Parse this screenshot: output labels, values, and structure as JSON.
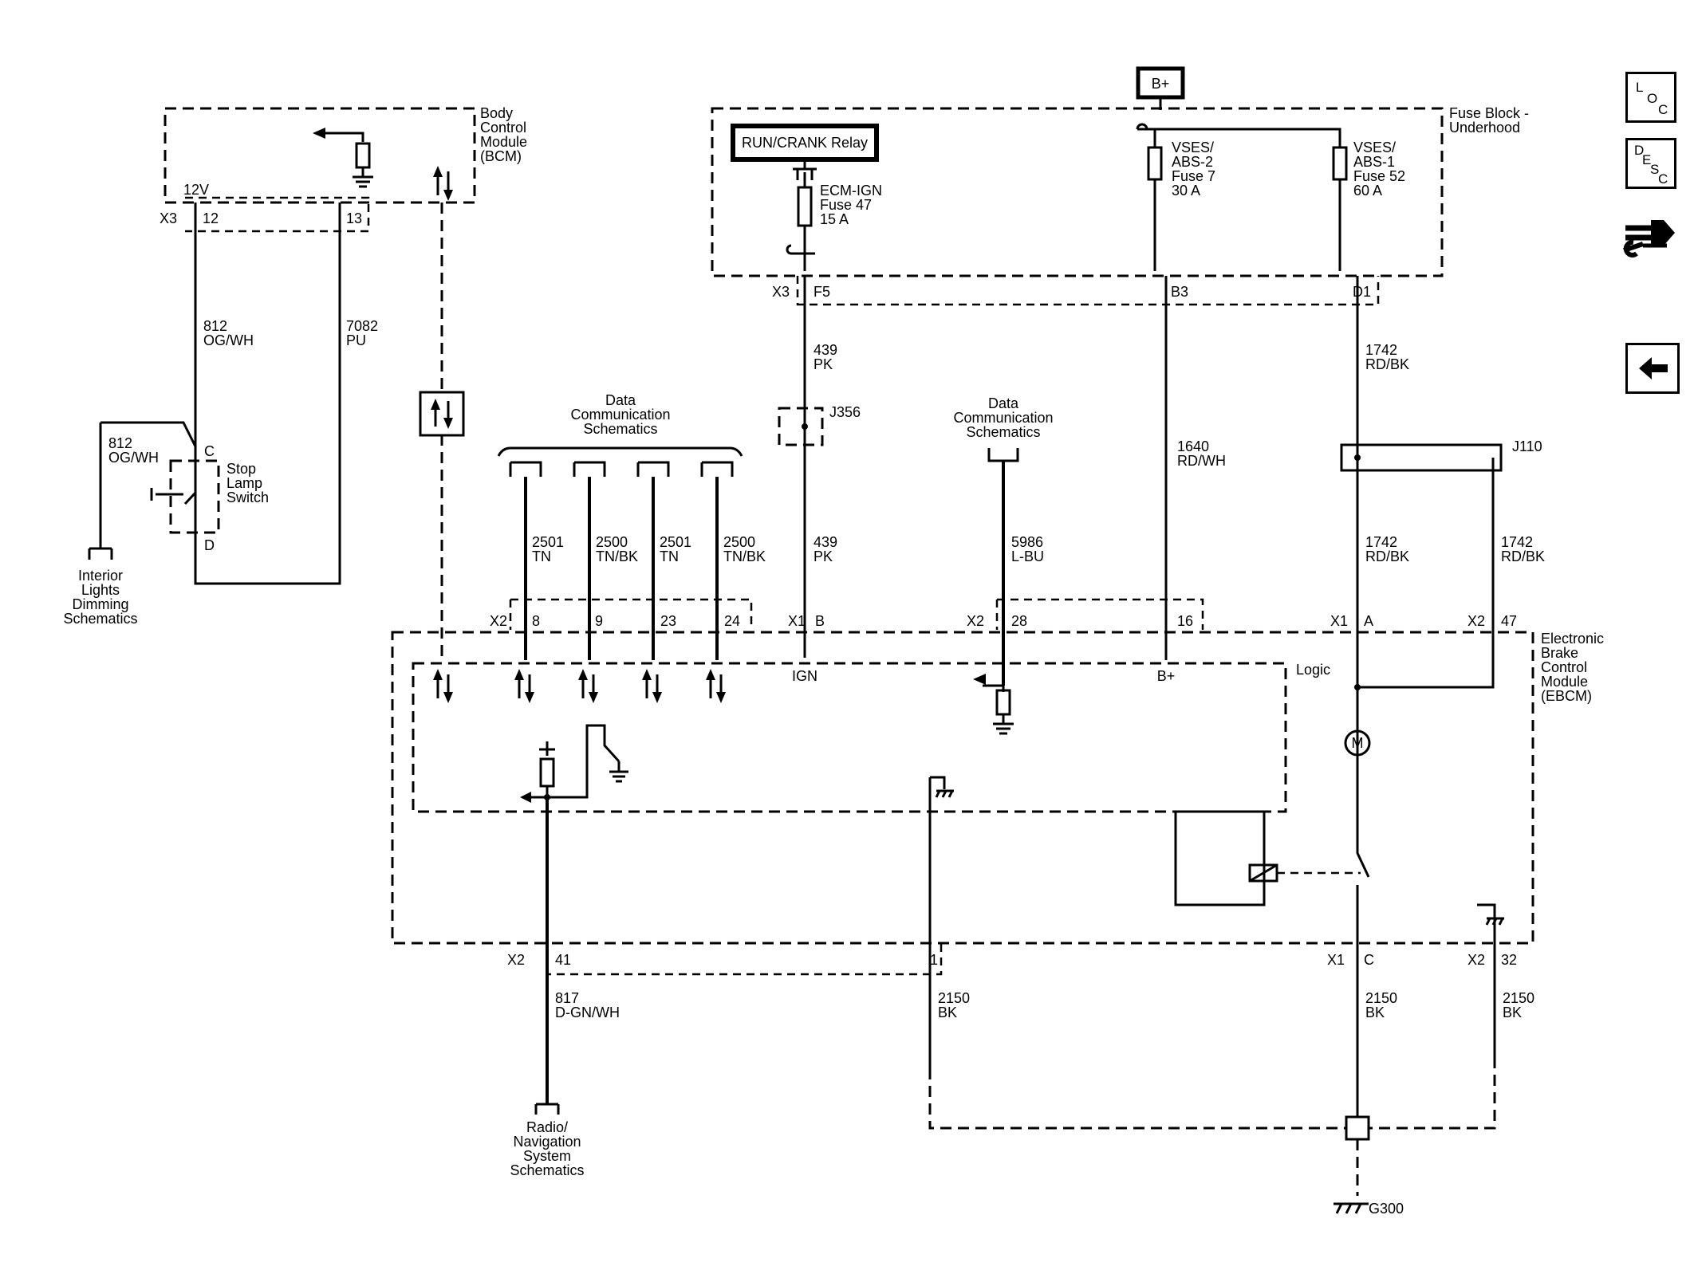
{
  "modules": {
    "bcm": [
      "Body",
      "Control",
      "Module",
      "(BCM)"
    ],
    "fuse_block": [
      "Fuse Block -",
      "Underhood"
    ],
    "ebcm": [
      "Electronic",
      "Brake",
      "Control",
      "Module",
      "(EBCM)"
    ],
    "logic": "Logic"
  },
  "power": {
    "bplus": "B+",
    "relay": "RUN/CRANK Relay"
  },
  "fuses": {
    "ecm_ign": [
      "ECM-IGN",
      "Fuse 47",
      "15 A"
    ],
    "vses2": [
      "VSES/",
      "ABS-2",
      "Fuse 7",
      "30 A"
    ],
    "vses1": [
      "VSES/",
      "ABS-1",
      "Fuse 52",
      "60 A"
    ]
  },
  "connectors": {
    "x3": "X3",
    "x2": "X2",
    "x1": "X1",
    "bcm_12v": "12V",
    "bcm_p12": "12",
    "bcm_p13": "13",
    "fb_f5": "F5",
    "fb_b3": "B3",
    "fb_d1": "D1",
    "e_8": "8",
    "e_9": "9",
    "e_23": "23",
    "e_24": "24",
    "e_b": "B",
    "e_28": "28",
    "e_16": "16",
    "e_a": "A",
    "e_47": "47",
    "e_41": "41",
    "e_1": "1",
    "e_c": "C",
    "e_32": "32",
    "ign": "IGN",
    "bplus_in": "B+"
  },
  "wires": {
    "w812": [
      "812",
      "OG/WH"
    ],
    "w7082": [
      "7082",
      "PU"
    ],
    "w812b": [
      "812",
      "OG/WH"
    ],
    "w439a": [
      "439",
      "PK"
    ],
    "w439b": [
      "439",
      "PK"
    ],
    "w2501a": [
      "2501",
      "TN"
    ],
    "w2500a": [
      "2500",
      "TN/BK"
    ],
    "w2501b": [
      "2501",
      "TN"
    ],
    "w2500b": [
      "2500",
      "TN/BK"
    ],
    "w5986": [
      "5986",
      "L-BU"
    ],
    "w1640": [
      "1640",
      "RD/WH"
    ],
    "w1742a": [
      "1742",
      "RD/BK"
    ],
    "w1742b": [
      "1742",
      "RD/BK"
    ],
    "w1742c": [
      "1742",
      "RD/BK"
    ],
    "w817": [
      "817",
      "D-GN/WH"
    ],
    "w2150a": [
      "2150",
      "BK"
    ],
    "w2150b": [
      "2150",
      "BK"
    ],
    "w2150c": [
      "2150",
      "BK"
    ]
  },
  "components": {
    "stop_lamp": [
      "Stop",
      "Lamp",
      "Switch"
    ],
    "c": "C",
    "d": "D",
    "j356": "J356",
    "j110": "J110",
    "g300": "G300",
    "motor": "M"
  },
  "references": {
    "interior": [
      "Interior",
      "Lights",
      "Dimming",
      "Schematics"
    ],
    "data_comm_a": [
      "Data",
      "Communication",
      "Schematics"
    ],
    "data_comm_b": [
      "Data",
      "Communication",
      "Schematics"
    ],
    "radio": [
      "Radio/",
      "Navigation",
      "System",
      "Schematics"
    ]
  },
  "nav": {
    "loc": [
      "L",
      "O",
      "C"
    ],
    "desc": [
      "D",
      "E",
      "S",
      "C"
    ]
  }
}
